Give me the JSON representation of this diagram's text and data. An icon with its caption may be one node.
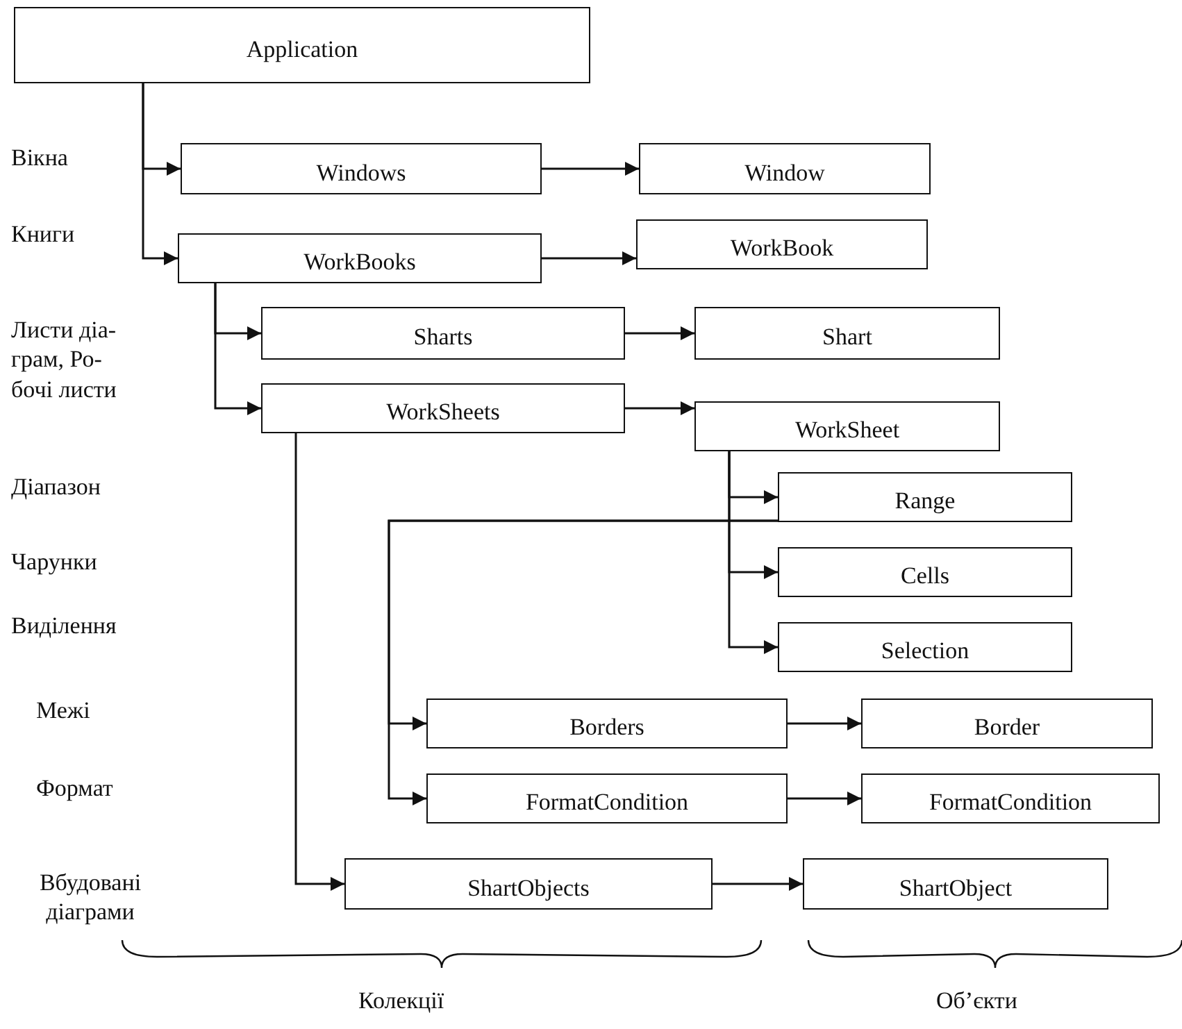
{
  "diagram": {
    "nodes": [
      {
        "text": [
          "Application"
        ]
      },
      {
        "text": [
          "Windows"
        ]
      },
      {
        "text": [
          "Window"
        ]
      },
      {
        "text": [
          "WorkBooks"
        ]
      },
      {
        "text": [
          "WorkBook"
        ]
      },
      {
        "text": [
          "Sharts"
        ]
      },
      {
        "text": [
          "Shart"
        ]
      },
      {
        "text": [
          "WorkSheets"
        ]
      },
      {
        "text": [
          "WorkSheet"
        ]
      },
      {
        "text": [
          "Range"
        ]
      },
      {
        "text": [
          "Cells"
        ]
      },
      {
        "text": [
          "Selection"
        ]
      },
      {
        "text": [
          "Borders"
        ]
      },
      {
        "text": [
          "Border"
        ]
      },
      {
        "text": [
          "FormatCondition"
        ]
      },
      {
        "text": [
          "FormatCondition"
        ]
      },
      {
        "text": [
          "ShartObjects"
        ]
      },
      {
        "text": [
          "ShartObject"
        ]
      }
    ],
    "edges": [
      {
        "from": 0,
        "to": 1,
        "arrow": "to"
      },
      {
        "from": 0,
        "to": 3,
        "arrow": "to"
      },
      {
        "from": 1,
        "to": 2,
        "arrow": "to"
      },
      {
        "from": 3,
        "to": 4,
        "arrow": "to"
      },
      {
        "from": 3,
        "to": 5,
        "arrow": "to"
      },
      {
        "from": 3,
        "to": 7,
        "arrow": "to"
      },
      {
        "from": 5,
        "to": 6,
        "arrow": "to"
      },
      {
        "from": 7,
        "to": 8,
        "arrow": "to"
      },
      {
        "from": 8,
        "to": 9,
        "arrow": "to"
      },
      {
        "from": 8,
        "to": 10,
        "arrow": "to"
      },
      {
        "from": 8,
        "to": 11,
        "arrow": "to"
      },
      {
        "from": 9,
        "to": 12,
        "arrow": "to"
      },
      {
        "from": 9,
        "to": 14,
        "arrow": "to"
      },
      {
        "from": 7,
        "to": 16,
        "arrow": "to"
      },
      {
        "from": 12,
        "to": 13,
        "arrow": "to"
      },
      {
        "from": 14,
        "to": 15,
        "arrow": "to"
      },
      {
        "from": 16,
        "to": 17,
        "arrow": "to"
      }
    ],
    "labels": [
      "Вікна",
      "Книги",
      "Листи діа- грам, Ро- бочі листи",
      "Діапазон",
      "Чарунки",
      "Виділення",
      "Межі",
      "Формат",
      "Вбудовані діаграми",
      "Колекції",
      "Об’єкти"
    ]
  }
}
